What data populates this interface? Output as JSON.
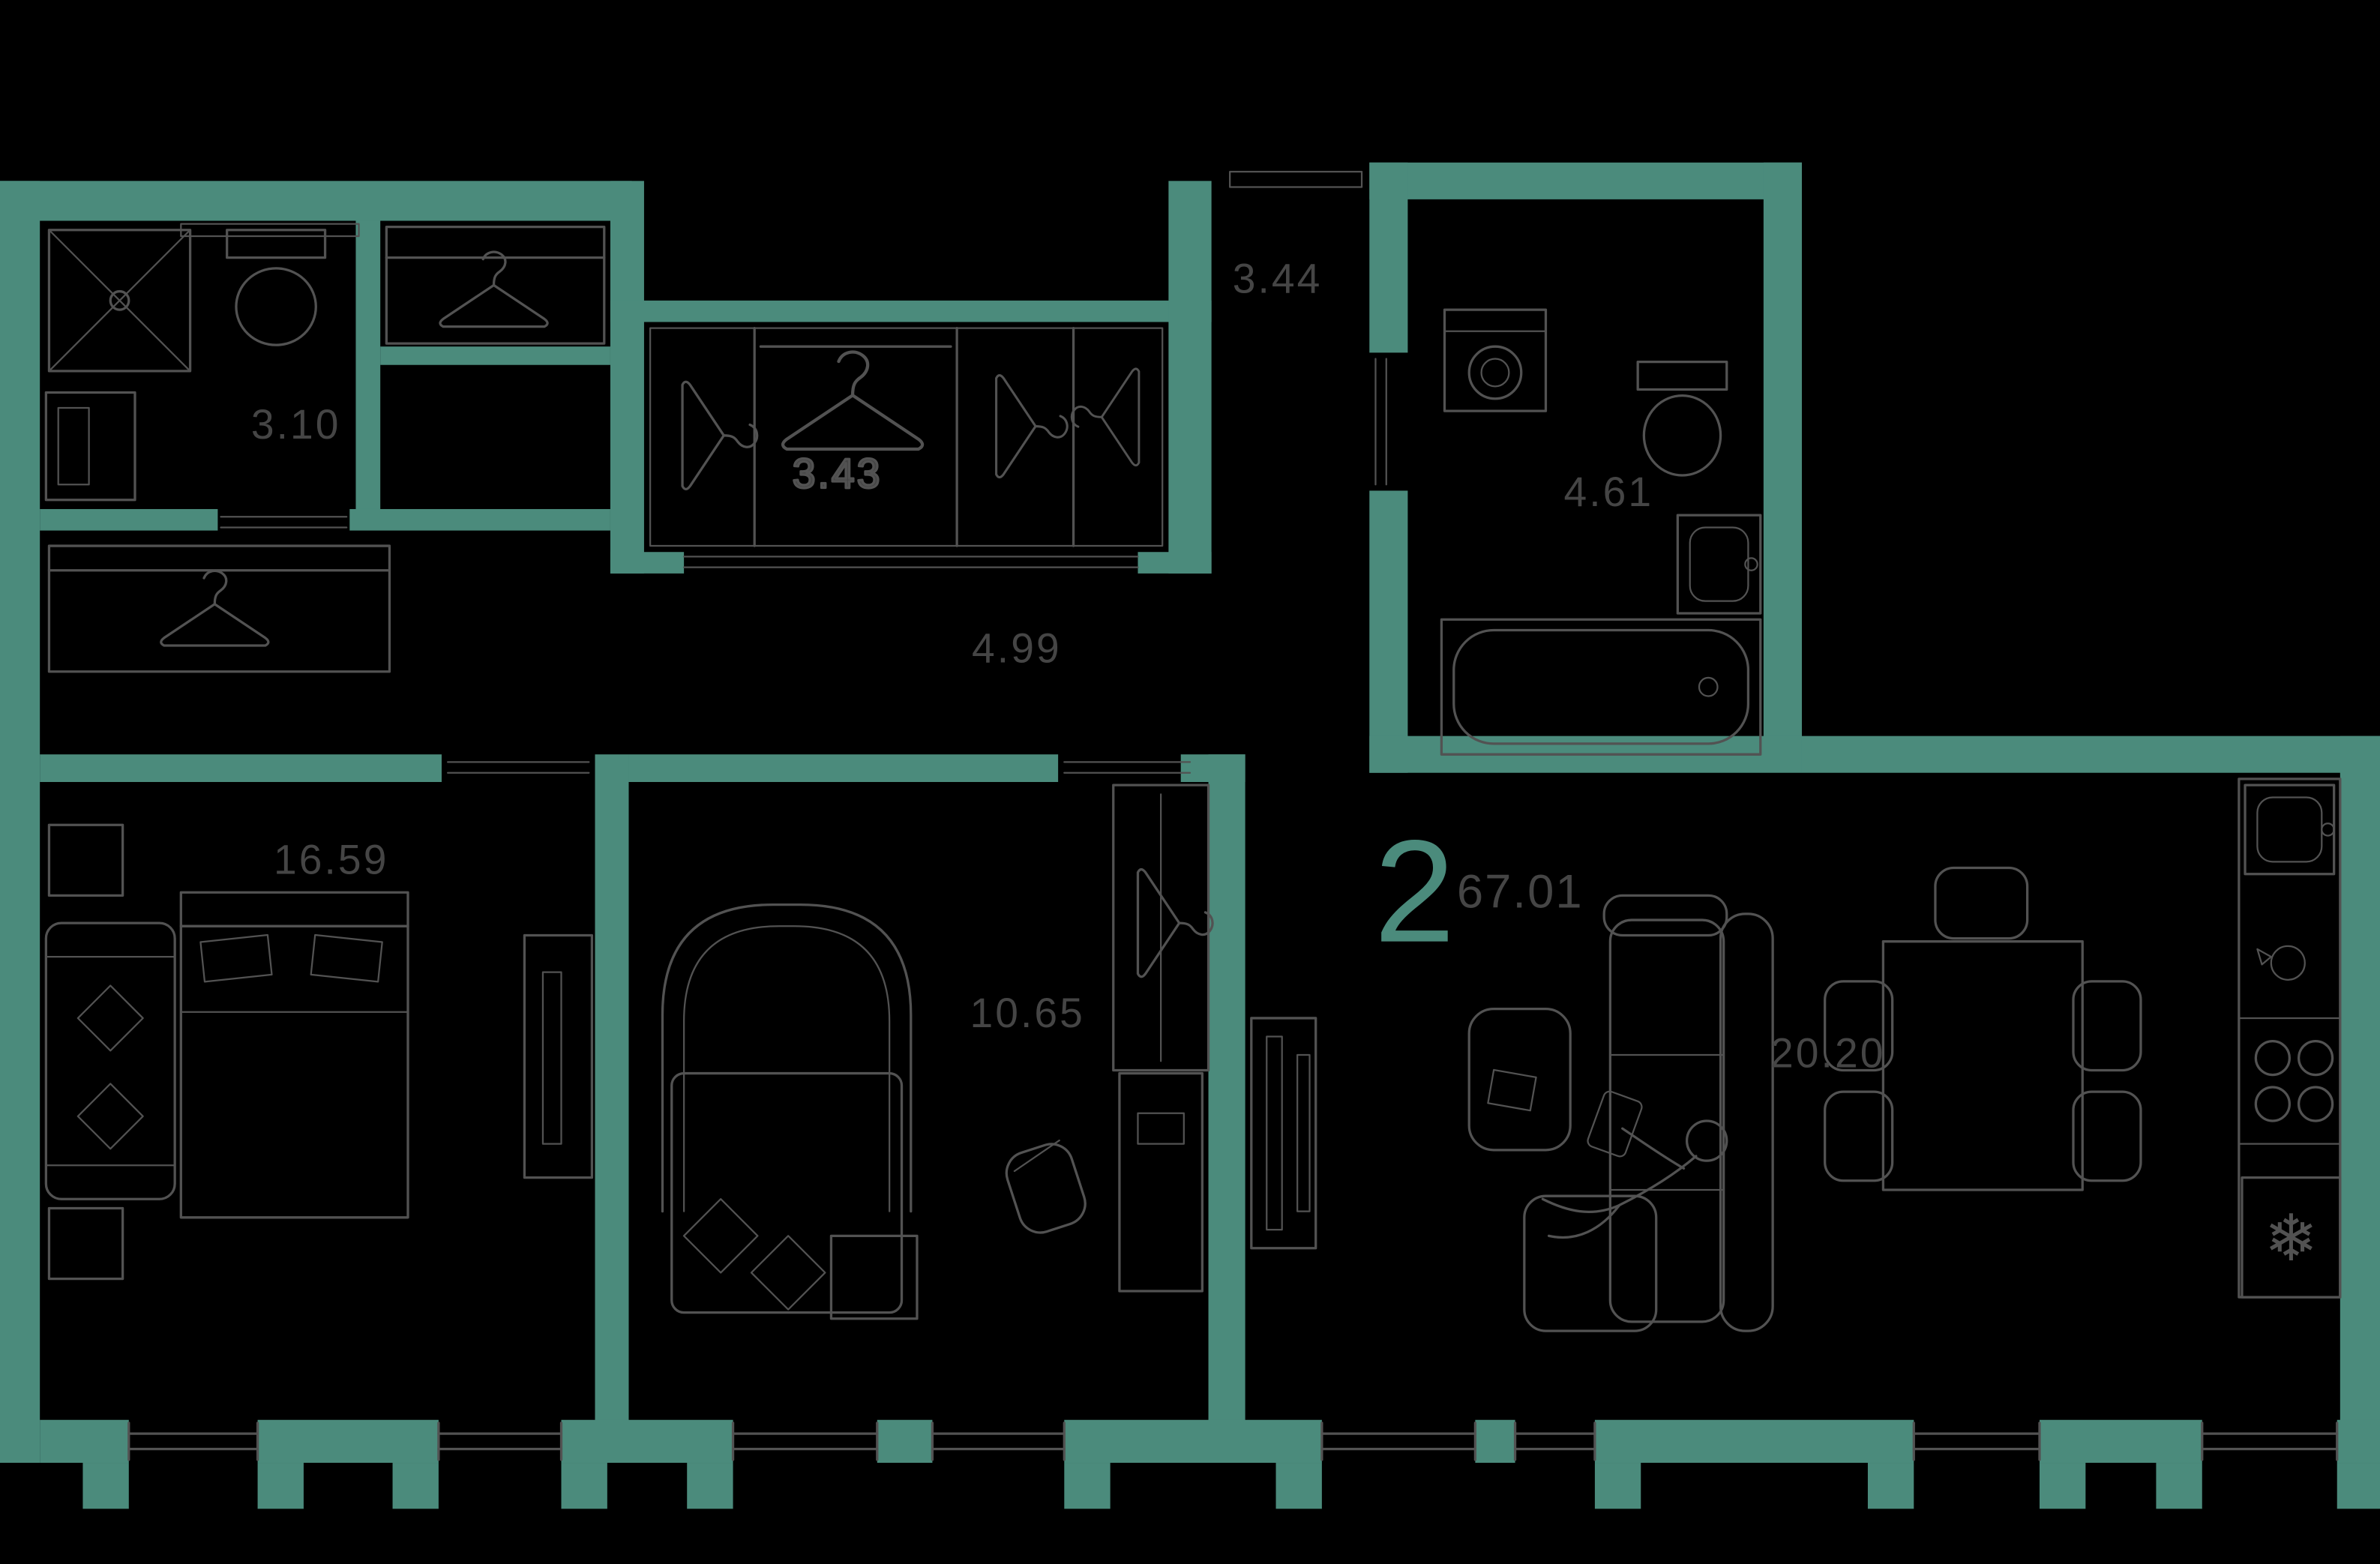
{
  "floorplan": {
    "apartment": {
      "rooms_count": "2",
      "total_area": "67.01"
    },
    "rooms": {
      "bathroom_small": {
        "area": "3.10"
      },
      "corridor": {
        "area": "3.44"
      },
      "closet": {
        "area": "3.43"
      },
      "hallway": {
        "area": "4.99"
      },
      "bathroom_large": {
        "area": "4.61"
      },
      "bedroom": {
        "area": "16.59"
      },
      "child_room": {
        "area": "10.65"
      },
      "living_kitchen": {
        "area": "20.20"
      }
    },
    "glyphs": {
      "fridge_snowflake": "❄"
    },
    "icons": {
      "hanger": "clothes-hanger outline",
      "shower": "square with cross diagonals",
      "bathtub": "rounded inner tub",
      "washing_machine": "square with round door",
      "stove": "four burner circles",
      "fridge": "box with snowflake"
    },
    "colors": {
      "wall": "#4b8b7c",
      "background": "#000000",
      "furniture_line": "#525252",
      "label_text": "#454545"
    }
  }
}
